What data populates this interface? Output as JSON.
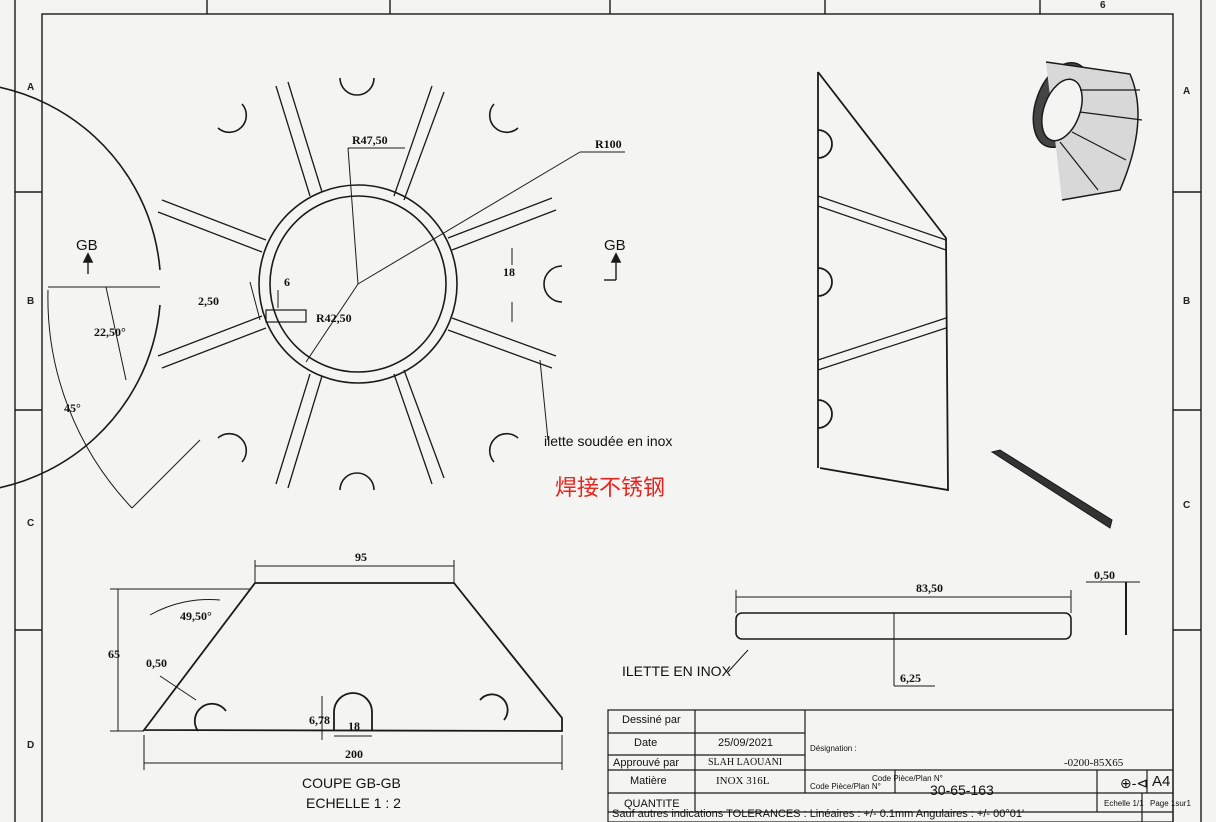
{
  "zones_left": [
    "A",
    "B",
    "C",
    "D"
  ],
  "zones_right": [
    "A",
    "B",
    "C"
  ],
  "top_strip_mark": "6",
  "dims": {
    "r47": "R47,50",
    "r100": "R100",
    "r42": "R42,50",
    "d18": "18",
    "d6": "6",
    "d250": "2,50",
    "a2250": "22,50°",
    "a45": "45°",
    "d95": "95",
    "a4950": "49,50°",
    "d65": "65",
    "d050a": "0,50",
    "d678": "6,78",
    "d18b": "18",
    "d200": "200",
    "d8350": "83,50",
    "d050b": "0,50",
    "d625": "6,25"
  },
  "labels": {
    "gb_left": "GB",
    "gb_right": "GB",
    "ilette_soudee": "ilette soudée en inox",
    "ilette_inox": "ILETTE EN INOX",
    "chinese_note": "焊接不锈钢",
    "section_title": "COUPE GB-GB",
    "section_scale": "ECHELLE 1 : 2"
  },
  "title_block": {
    "dessine_label": "Dessiné par",
    "date_label": "Date",
    "date_value": "25/09/2021",
    "approuve_label": "Approuvé par",
    "approuve_value": "SLAH LAOUANI",
    "matiere_label": "Matière",
    "matiere_value": "INOX 316L",
    "quantite_label": "QUANTITE",
    "designation_label": "Désignation :",
    "designation_tail": "-0200-85X65",
    "code_label_1": "Code Pièce/Plan N°",
    "code_label_2": "Code Pièce/Plan N°",
    "code_value": "30-65-163",
    "format": "A4",
    "echelle": "Echelle 1/1",
    "page": "Page 1sur1",
    "tolerances": "Sauf autres indications TOLERANCES :  Linéaires :  +/- 0.1mm   Angulaires :  +/- 00°01'"
  },
  "colors": {
    "line": "#1a1a1a",
    "paper": "#f4f4f2",
    "note_red": "#e8241f"
  }
}
